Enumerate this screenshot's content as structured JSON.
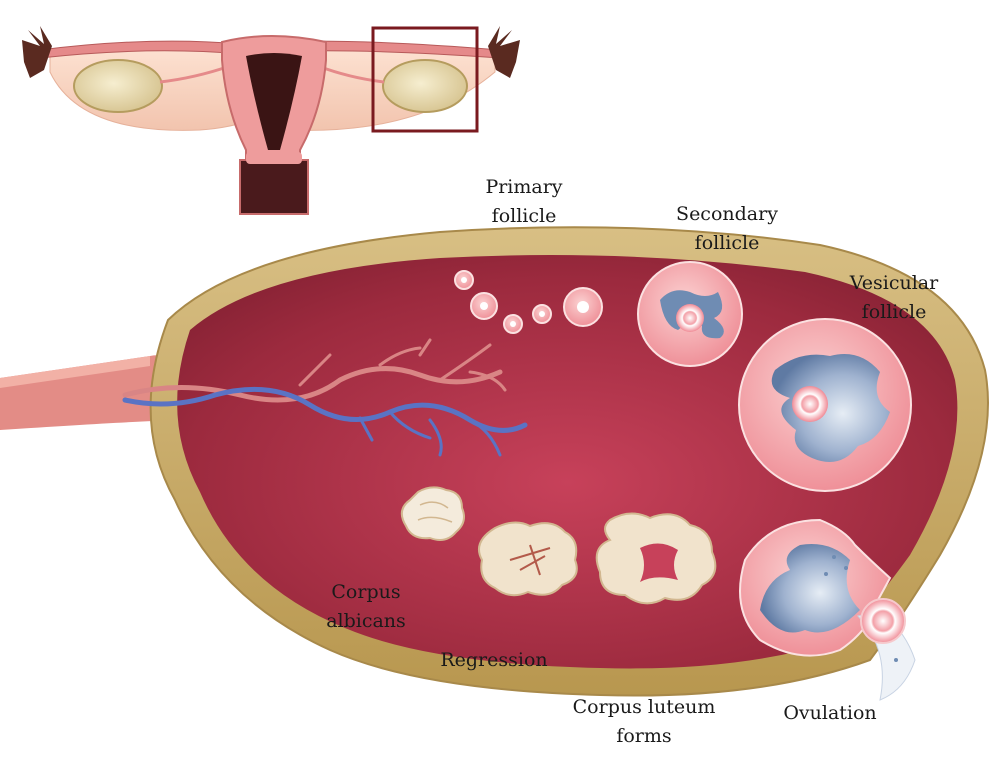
{
  "labels": {
    "primary_follicle": [
      "Primary",
      "follicle"
    ],
    "secondary_follicle": [
      "Secondary",
      "follicle"
    ],
    "vesicular_follicle": [
      "Vesicular",
      "follicle"
    ],
    "corpus_albicans": [
      "Corpus",
      "albicans"
    ],
    "regression": "Regression",
    "corpus_luteum_forms": [
      "Corpus luteum",
      "forms"
    ],
    "ovulation": "Ovulation"
  },
  "colors": {
    "capsule": "#c9ad6e",
    "capsule_edge": "#a8894a",
    "stroma": "#9c2a3e",
    "stroma_light": "#c7415a",
    "follicle_fill": "#f4a9ae",
    "follicle_cavity": "#6f8cb3",
    "corpus": "#f1e3cc",
    "vein": "#5a73c4",
    "artery": "#d98585",
    "highlight_box": "#7a1a1f"
  }
}
